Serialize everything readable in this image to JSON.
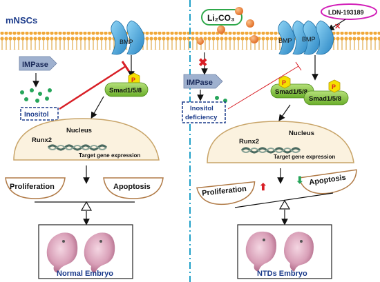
{
  "left": {
    "cell_label": "mNSCs",
    "receptor": "BMP",
    "enzyme": "IMPase",
    "metabolite": "Inositol",
    "phospho": "P",
    "smad": "Smad1/5/8",
    "nucleus": "Nucleus",
    "runx2": "Runx2",
    "target": "Target gene expression",
    "proliferation": "Proliferation",
    "apoptosis": "Apoptosis",
    "embryo_label": "Normal Embryo"
  },
  "right": {
    "drug": "Li₂CO₃",
    "inhibitor": "LDN-193189",
    "receptor_a": "BMP",
    "receptor_b": "BMP",
    "enzyme": "IMPase",
    "metabolite": "Inositol deficiency",
    "phospho": "P",
    "smad_a": "Smad1/5/8",
    "smad_b": "Smad1/5/8",
    "nucleus": "Nucleus",
    "runx2": "Runx2",
    "target": "Target gene expression",
    "proliferation": "Proliferation",
    "apoptosis": "Apoptosis",
    "embryo_label": "NTDs Embryo"
  },
  "colors": {
    "receptor": "#3aa0d8",
    "smad": "#8cc83c",
    "phospho": "#f5e000",
    "inhibit": "#d81f26",
    "divider": "#1fa0c8",
    "dots": "#26a55a",
    "lithium": "#f08a30",
    "label_blue": "#1a3a8a"
  }
}
